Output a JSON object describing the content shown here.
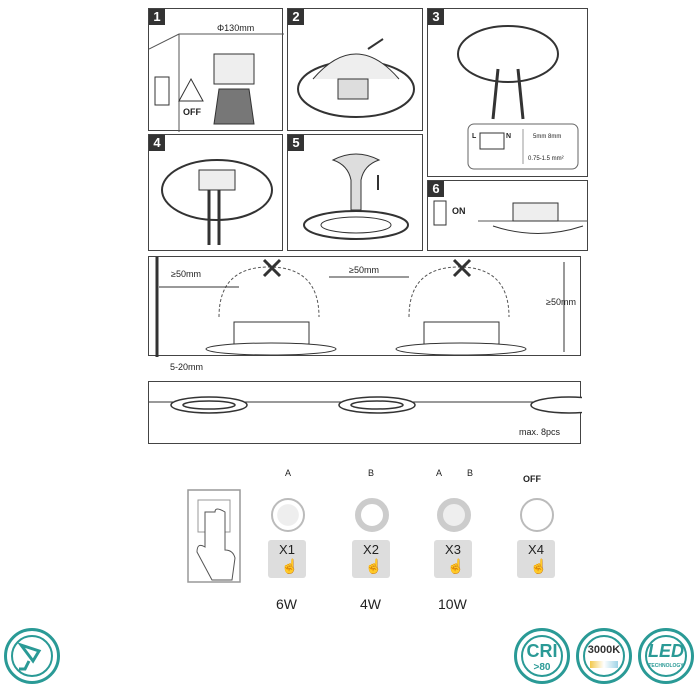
{
  "steps": [
    {
      "number": "1",
      "hole_size": "Φ130mm",
      "power_label": "OFF"
    },
    {
      "number": "2"
    },
    {
      "number": "3",
      "terminal_l": "L",
      "terminal_n": "N",
      "strip_lengths": "5mm 8mm",
      "wire_section": "0.75-1.5 mm²"
    },
    {
      "number": "4"
    },
    {
      "number": "5"
    },
    {
      "number": "6",
      "power_label": "ON"
    }
  ],
  "spacing": {
    "side": "≥50mm",
    "between": "≥50mm",
    "height": "≥50mm",
    "ceiling": "5-20mm"
  },
  "chain": {
    "max_label": "max. 8pcs"
  },
  "modes": [
    {
      "channels": [
        "A"
      ],
      "press": "X1",
      "power": "6W"
    },
    {
      "channels": [
        "B"
      ],
      "press": "X2",
      "power": "4W"
    },
    {
      "channels": [
        "A",
        "B"
      ],
      "press": "X3",
      "power": "10W"
    },
    {
      "channels": [
        "OFF"
      ],
      "press": "X4",
      "power": ""
    }
  ],
  "badges": {
    "cri": "CRI",
    "cri_value": ">80",
    "cct": "3000K",
    "led": "LED",
    "led_sub": "TECHNOLOGY"
  },
  "colors": {
    "accent": "#2a9a96"
  }
}
